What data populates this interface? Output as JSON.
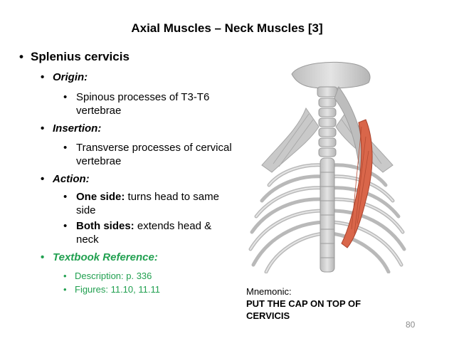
{
  "slide": {
    "title": "Axial Muscles – Neck Muscles [3]",
    "bullet": "•",
    "main_bullet": "Splenius cervicis",
    "origin_label": "Origin:",
    "origin_text": "Spinous processes of T3-T6 vertebrae",
    "insertion_label": "Insertion:",
    "insertion_text": "Transverse processes of cervical vertebrae",
    "action_label": "Action:",
    "action_one_bold": "One side:",
    "action_one_text": " turns head to same side",
    "action_both_bold": "Both sides:",
    "action_both_text": " extends head & neck",
    "textbook_label": "Textbook Reference:",
    "description": "Description: p. 336",
    "figures": "Figures: 11.10, 11.11",
    "mnemonic_label": "Mnemonic:",
    "mnemonic_text": "PUT THE CAP ON TOP OF CERVICIS",
    "page_number": "80"
  },
  "colors": {
    "green": "#21a050",
    "muscle_red": "#d9664a",
    "bone": "#d8d8d8"
  },
  "figure": {
    "subject": "posterior-neck-thorax-anatomy",
    "highlighted_muscle": "splenius-cervicis"
  }
}
